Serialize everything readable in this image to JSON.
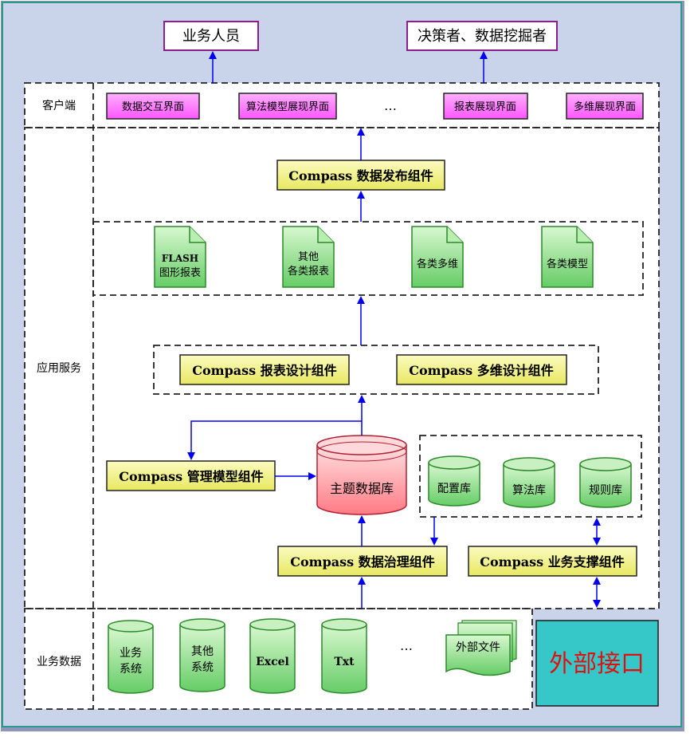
{
  "users": {
    "business": "业务人员",
    "decision": "决策者、数据挖掘者"
  },
  "sections": {
    "client": "客户端",
    "app": "应用服务",
    "data": "业务数据"
  },
  "client_items": [
    "数据交互界面",
    "算法模型展现界面",
    "…",
    "报表展现界面",
    "多维展现界面"
  ],
  "publish": "Compass 数据发布组件",
  "outputs": [
    {
      "line1": "FLASH",
      "line2": "图形报表"
    },
    {
      "line1": "其他",
      "line2": "各类报表"
    },
    {
      "line1": "各类多维",
      "line2": ""
    },
    {
      "line1": "各类模型",
      "line2": ""
    }
  ],
  "design": {
    "report": "Compass 报表设计组件",
    "olap": "Compass 多维设计组件"
  },
  "manage": "Compass 管理模型组件",
  "subject_db": "主题数据库",
  "libs": [
    "配置库",
    "算法库",
    "规则库"
  ],
  "govern": "Compass 数据治理组件",
  "support": "Compass 业务支撑组件",
  "sources": [
    {
      "line1": "业务",
      "line2": "系统"
    },
    {
      "line1": "其他",
      "line2": "系统"
    },
    {
      "line1": "Excel",
      "line2": ""
    },
    {
      "line1": "Txt",
      "line2": ""
    }
  ],
  "ellipsis": "…",
  "external_file": "外部文件",
  "external_api": "外部接口",
  "colors": {
    "outer_bg": "#c9d3ea",
    "purple": "#8b1e8b",
    "magenta": "#ff66ff",
    "yellow": "#f4f484",
    "green": "#7de07d",
    "red": "#ff8c94",
    "cyan": "#36c8c8",
    "arrow": "#0000ee"
  }
}
